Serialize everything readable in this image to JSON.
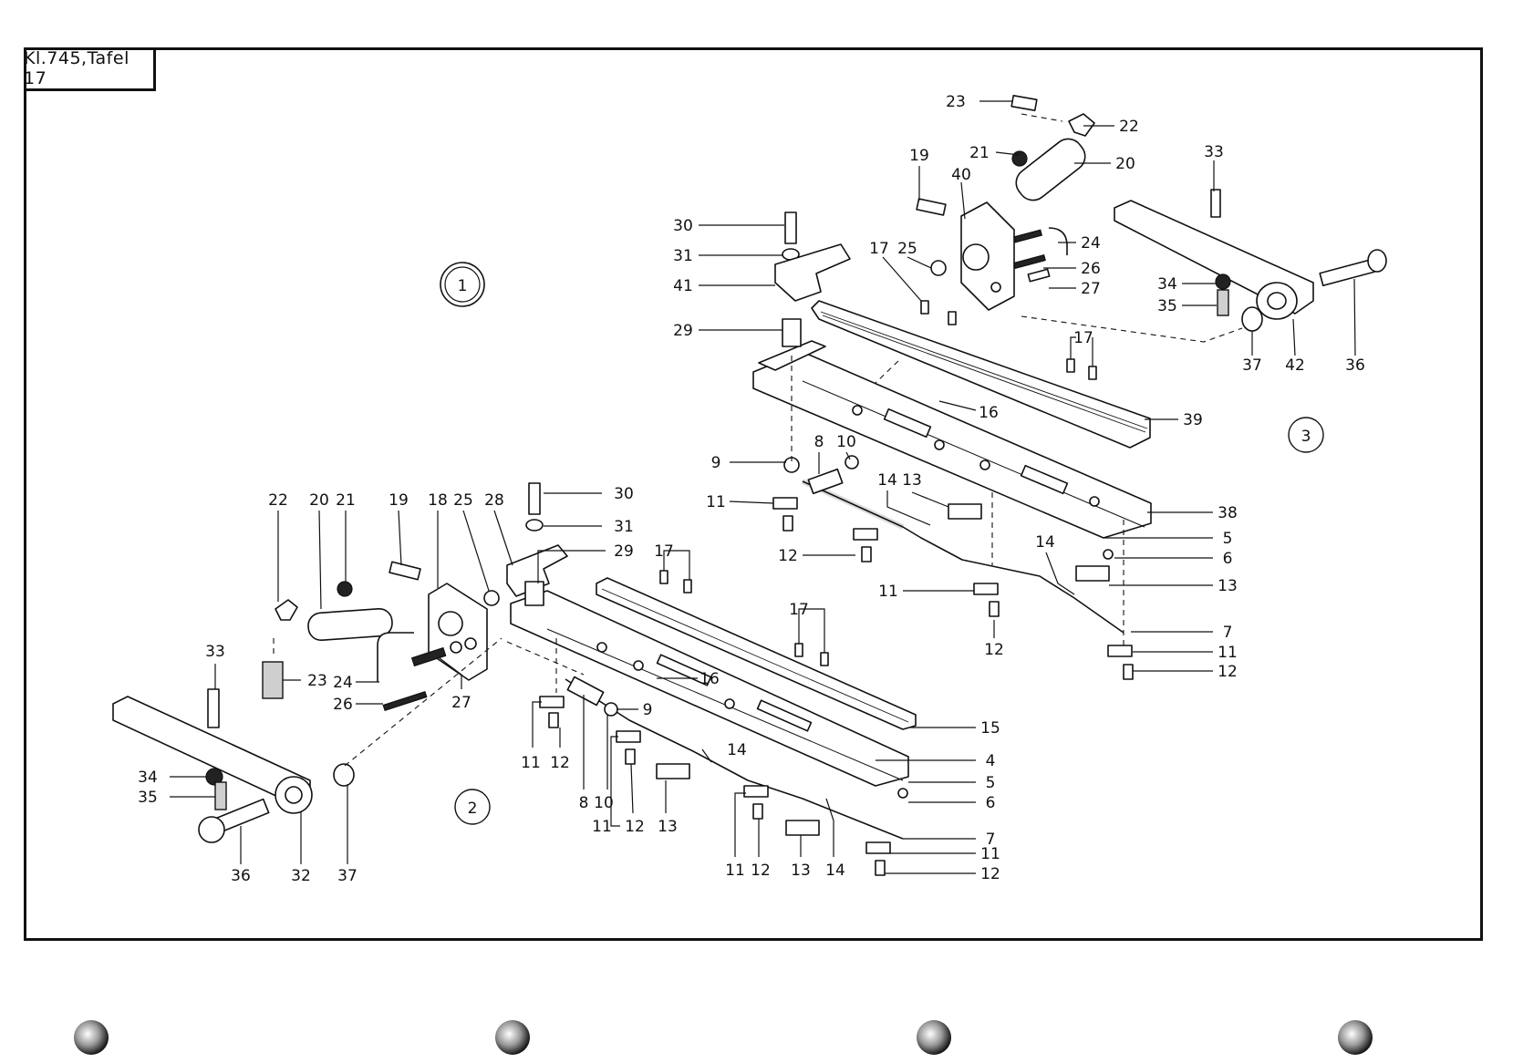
{
  "plate": {
    "title": "Kl.745,Tafel 17",
    "groups": [
      "1",
      "2",
      "3"
    ]
  },
  "group3_labels": {
    "l23": "23",
    "l22": "22",
    "l21": "21",
    "l20": "20",
    "l19": "19",
    "l40": "40",
    "l33": "33",
    "l30": "30",
    "l31": "31",
    "l41": "41",
    "l29": "29",
    "l17a": "17",
    "l25": "25",
    "l24": "24",
    "l26": "26",
    "l27": "27",
    "l34": "34",
    "l35": "35",
    "l37": "37",
    "l42": "42",
    "l36": "36",
    "l17b": "17",
    "l16": "16",
    "l39": "39",
    "l9": "9",
    "l8": "8",
    "l10": "10",
    "l11a": "11",
    "l12a": "12",
    "l14a": "14",
    "l13a": "13",
    "l38": "38",
    "l5": "5",
    "l6": "6",
    "l11b": "11",
    "l12b": "12",
    "l14b": "14",
    "l13b": "13",
    "l7": "7",
    "l11c": "11",
    "l12c": "12"
  },
  "group2_labels": {
    "l22": "22",
    "l20": "20",
    "l21": "21",
    "l19": "19",
    "l18": "18",
    "l25": "25",
    "l28": "28",
    "l30": "30",
    "l31": "31",
    "l29": "29",
    "l17a": "17",
    "l17b": "17",
    "l33": "33",
    "l23": "23",
    "l24": "24",
    "l26": "26",
    "l27": "27",
    "l16": "16",
    "l9": "9",
    "l15": "15",
    "l4": "4",
    "l14a": "14",
    "l34": "34",
    "l35": "35",
    "l36": "36",
    "l32": "32",
    "l37": "37",
    "l11a": "11",
    "l12a": "12",
    "l8": "8",
    "l10": "10",
    "l11b": "11",
    "l12b": "12",
    "l13a": "13",
    "l5": "5",
    "l6": "6",
    "l7": "7",
    "l11c": "11",
    "l12c": "12",
    "l13b": "13",
    "l14b": "14",
    "l11d": "11",
    "l12d": "12"
  }
}
